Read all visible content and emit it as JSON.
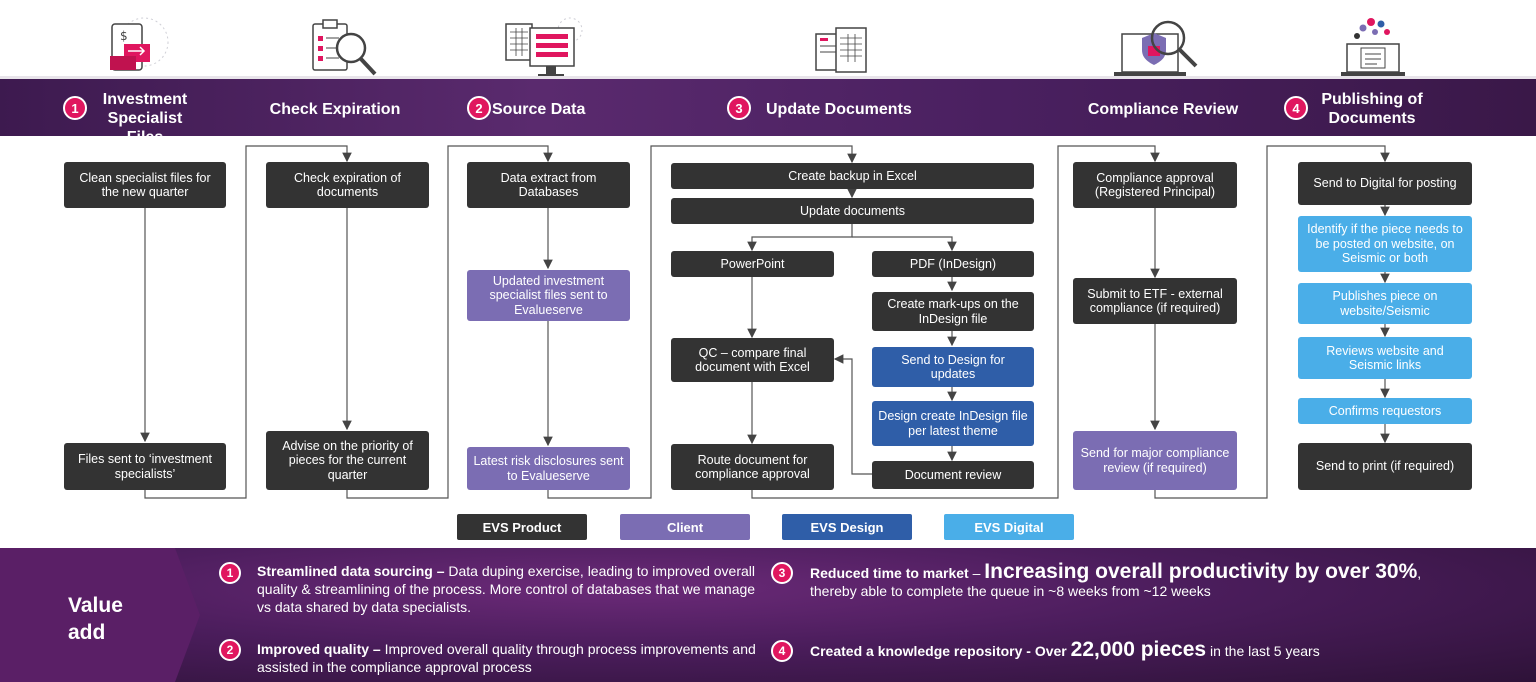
{
  "stages": [
    {
      "number": "1",
      "title": "Investment Specialist Files",
      "title_l1": "Investment",
      "title_l2": "Specialist Files",
      "icon": "files-dollar-icon"
    },
    {
      "number": "",
      "title": "Check Expiration",
      "icon": "clipboard-magnifier-icon"
    },
    {
      "number": "2",
      "title": "Source Data",
      "icon": "database-screen-icon"
    },
    {
      "number": "3",
      "title": "Update Documents",
      "icon": "document-update-icon"
    },
    {
      "number": "",
      "title": "Compliance Review",
      "icon": "laptop-shield-icon"
    },
    {
      "number": "4",
      "title": "Publishing of Documents",
      "title_l1": "Publishing of",
      "title_l2": "Documents",
      "icon": "social-publish-icon"
    }
  ],
  "boxes": {
    "clean_specialist": "Clean specialist files for the new quarter",
    "files_sent": "Files sent to ‘investment specialists’",
    "check_expiration": "Check expiration of documents",
    "advise_priority": "Advise on the priority of pieces for the current quarter",
    "data_extract": "Data extract from Databases",
    "updated_investment": "Updated investment specialist files sent to Evalueserve",
    "latest_risk": "Latest risk disclosures sent to Evalueserve",
    "create_backup": "Create backup in Excel",
    "update_documents": "Update documents",
    "powerpoint": "PowerPoint",
    "pdf_indesign": "PDF (InDesign)",
    "create_markups": "Create mark-ups on the InDesign file",
    "qc_compare": "QC – compare final document with Excel",
    "send_design": "Send to Design for updates",
    "design_create": "Design create InDesign file per latest theme",
    "route_document": "Route document for compliance approval",
    "document_review": "Document review",
    "compliance_approval": "Compliance approval (Registered Principal)",
    "submit_etf": "Submit to ETF - external compliance (if required)",
    "send_major": "Send for major compliance review (if required)",
    "send_digital": "Send to Digital for posting",
    "identify_piece": "Identify if the piece needs to be posted on website, on Seismic or both",
    "publishes_piece": "Publishes piece on website/Seismic",
    "reviews_website": "Reviews website and Seismic links",
    "confirms_requestors": "Confirms requestors",
    "send_print": "Send to print (if required)"
  },
  "legend": [
    {
      "label": "EVS Product",
      "color": "#333333"
    },
    {
      "label": "Client",
      "color": "#7b6db3"
    },
    {
      "label": "EVS  Design",
      "color": "#2f5ea8"
    },
    {
      "label": "EVS  Digital",
      "color": "#4aaee8"
    }
  ],
  "value_add": {
    "label_l1": "Value",
    "label_l2": "add",
    "items": [
      {
        "number": "1",
        "heading": "Streamlined data sourcing –",
        "text": " Data duping exercise, leading to improved overall quality & streamlining of the process. More control of databases that we manage vs data shared by data specialists."
      },
      {
        "number": "2",
        "heading": "Improved quality –",
        "text": " Improved overall quality through process improvements and assisted in the compliance approval process"
      },
      {
        "number": "3",
        "heading": "Reduced time to market",
        "dash": " – ",
        "highlight": "Increasing overall productivity by over 30%",
        "tail": ",",
        "text_l2": "thereby able to complete the queue in ~8 weeks from ~12 weeks"
      },
      {
        "number": "4",
        "heading": "Created a knowledge repository - Over ",
        "highlight": "22,000 pieces",
        "text": " in the last 5 years"
      }
    ]
  },
  "colors": {
    "accent": "#e0165f",
    "header": "#4a2060",
    "product": "#333333",
    "client": "#7b6db3",
    "design": "#2f5ea8",
    "digital": "#4aaee8"
  }
}
